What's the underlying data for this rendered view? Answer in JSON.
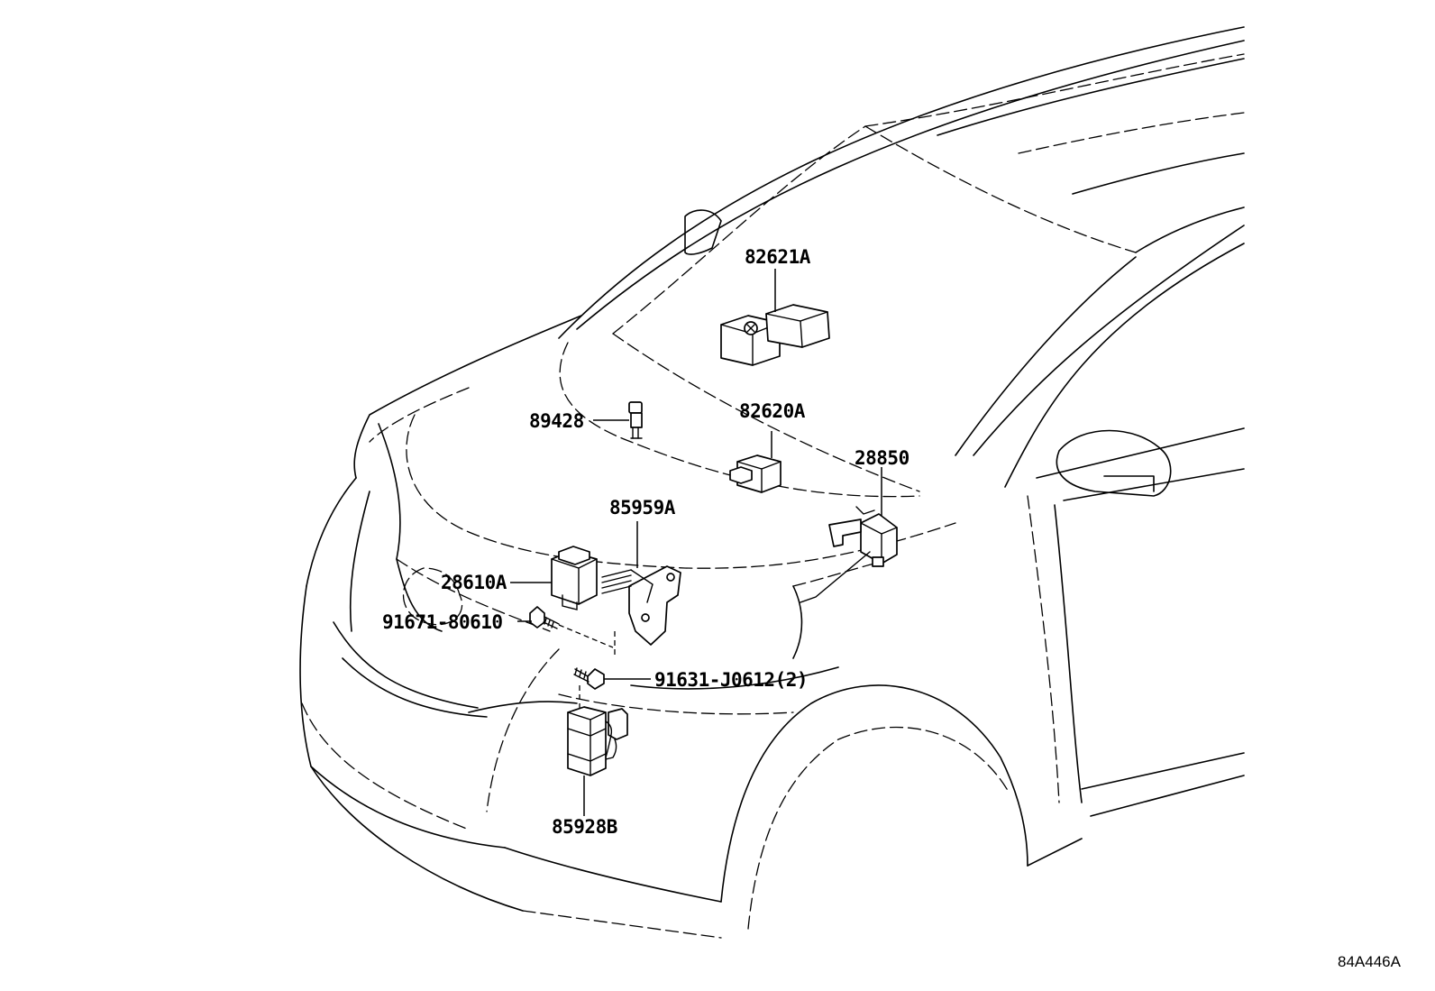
{
  "diagram": {
    "parts": [
      {
        "id": "part_82621A",
        "label": "82621A"
      },
      {
        "id": "part_89428",
        "label": "89428"
      },
      {
        "id": "part_82620A",
        "label": "82620A"
      },
      {
        "id": "part_28850",
        "label": "28850"
      },
      {
        "id": "part_85959A",
        "label": "85959A"
      },
      {
        "id": "part_28610A",
        "label": "28610A"
      },
      {
        "id": "part_91671",
        "label": "91671-80610"
      },
      {
        "id": "part_91631",
        "label": "91631-J0612(2)"
      },
      {
        "id": "part_85928B",
        "label": "85928B"
      }
    ],
    "reference_code": "84A446A"
  }
}
